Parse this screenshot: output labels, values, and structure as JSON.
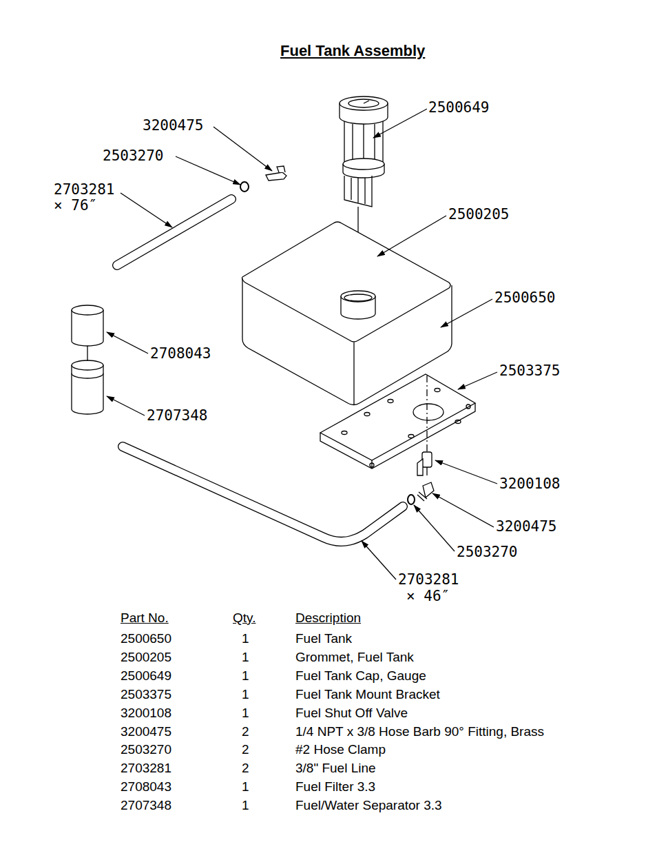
{
  "diagram": {
    "title": "Fuel Tank Assembly",
    "labels": [
      "2500649",
      "3200475",
      "2503270",
      "2703281",
      "× 76″",
      "2500205",
      "2500650",
      "2708043",
      "2503375",
      "2707348",
      "3200108",
      "3200475",
      "2503270",
      "2703281",
      "× 46″",
      "Part No.",
      "Qty.",
      "Description",
      "2500650",
      "1",
      "Fuel Tank",
      "2500205",
      "1",
      "Grommet, Fuel Tank",
      "2500649",
      "1",
      "Fuel Tank Cap, Gauge",
      "2503375",
      "1",
      "Fuel Tank Mount Bracket",
      "3200108",
      "1",
      "Fuel Shut Off Valve",
      "3200475",
      "2",
      "1/4 NPT x 3/8 Hose Barb 90° Fitting, Brass",
      "2503270",
      "2",
      "#2 Hose Clamp",
      "2703281",
      "2",
      "3/8\" Fuel Line",
      "2708043",
      "1",
      "Fuel Filter 3.3",
      "2707348",
      "1",
      "Fuel/Water Separator 3.3"
    ]
  }
}
